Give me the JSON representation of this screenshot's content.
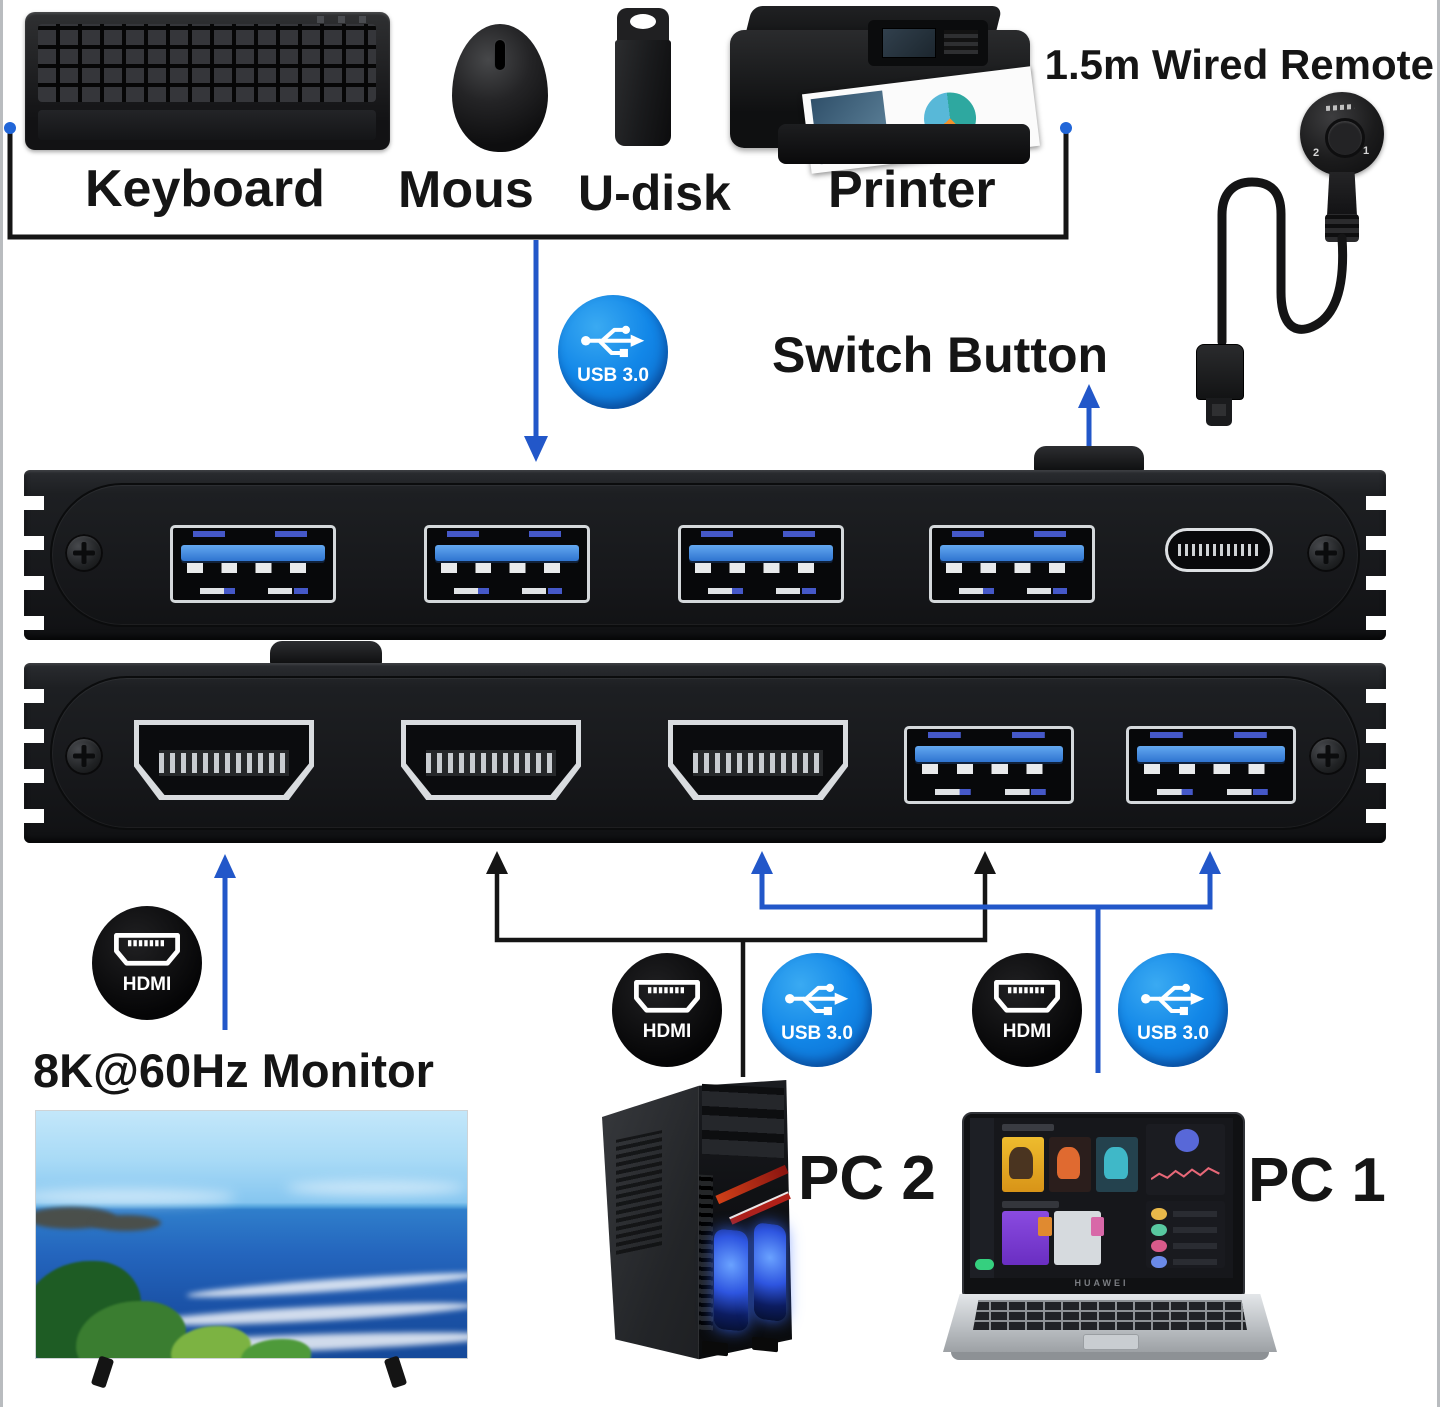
{
  "diagram": {
    "peripherals": {
      "keyboard": "Keyboard",
      "mouse": "Mous",
      "udisk": "U-disk",
      "printer": "Printer"
    },
    "remote": {
      "label": "1.5m Wired Remote",
      "button_1": "1",
      "button_2": "2"
    },
    "switch_button_label": "Switch Button",
    "badges": {
      "usb30": "USB 3.0",
      "hdmi": "HDMI"
    },
    "monitor_label": "8K@60Hz Monitor",
    "pc1_label": "PC 1",
    "pc2_label": "PC 2",
    "laptop_brand": "HUAWEI",
    "colors": {
      "arrow_blue": "#2257c9",
      "line_black": "#151515",
      "usb_badge_blue": "#1287e8",
      "hdmi_badge_black": "#0a0a0a",
      "usb_port_blue": "#3f8de0",
      "device_body": "#1b1d20",
      "tower_red_accent": "#b02018",
      "fan_glow_blue": "#2b6bff"
    }
  }
}
